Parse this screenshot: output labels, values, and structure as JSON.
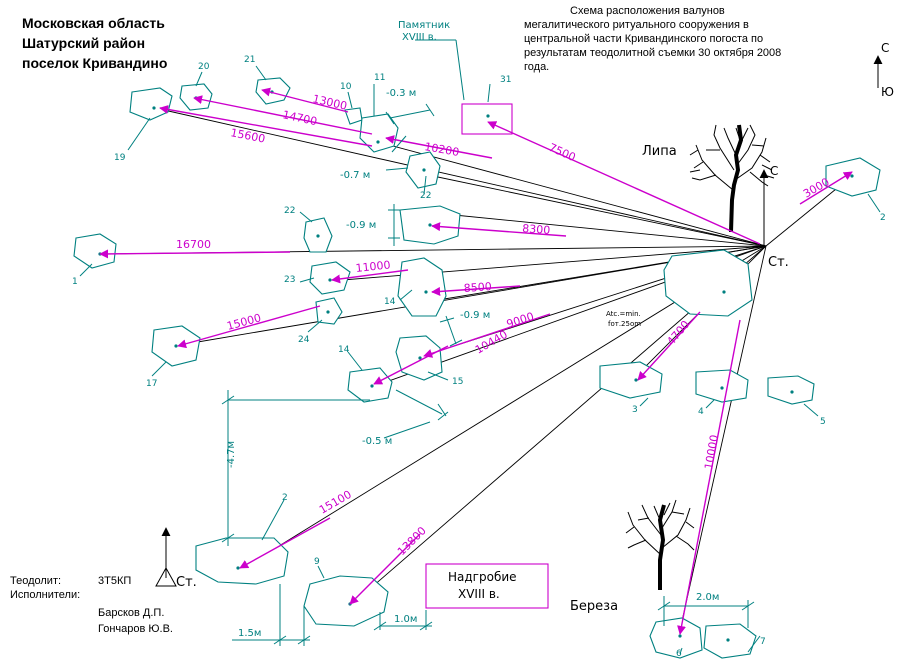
{
  "header": {
    "region": "Московская область",
    "district": "Шатурский район",
    "settlement": "поселок Кривандино"
  },
  "caption_lines": [
    "Схема расположения валунов",
    "мегалитического ритуального сооружения в",
    "центральной части Кривандинского погоста по",
    "результатам теодолитной съемки 30 октября 2008",
    "года."
  ],
  "compass": {
    "north": "С",
    "south": "Ю"
  },
  "station": {
    "label": "Ст.",
    "north": "С",
    "note_line1": "Atc.=min.",
    "note_line2": "fот.25om"
  },
  "legend_station": "Ст.",
  "info": {
    "theodolite_label": "Теодолит:",
    "theodolite_value": "3Т5КП",
    "executors_label": "Исполнители:",
    "executor_1": "Барсков Д.П.",
    "executor_2": "Гончаров Ю.В."
  },
  "trees": {
    "linden": "Липа",
    "birch": "Береза"
  },
  "monuments": {
    "monument": {
      "line1": "Памятник",
      "line2": "XVIII в."
    },
    "tombstone": {
      "line1": "Надгробие",
      "line2": "XVIII в."
    }
  },
  "stone_labels": [
    "19",
    "20",
    "21",
    "10",
    "11",
    "31",
    "22",
    "2",
    "22",
    "1",
    "23",
    "24",
    "14",
    "17",
    "15",
    "14",
    "3",
    "4",
    "5",
    "2",
    "9",
    "6",
    "7"
  ],
  "distances": [
    "13000",
    "14700",
    "15600",
    "10200",
    "7500",
    "3000",
    "8300",
    "16700",
    "11000",
    "8500",
    "15000",
    "9000",
    "10440",
    "4700",
    "10000",
    "15100",
    "13800"
  ],
  "offsets": [
    "-0.3 м",
    "-0.7 м",
    "-0.9 м",
    "-0.9 м",
    "-0.5 м",
    "-4.7м",
    "1.5м",
    "1.0м",
    "2.0м"
  ]
}
